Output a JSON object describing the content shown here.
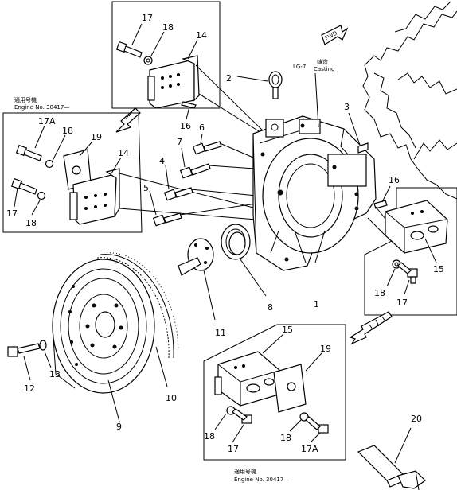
{
  "labels": {
    "l17a": "17",
    "l18a": "18",
    "l14a": "14",
    "l2": "2",
    "l16a": "16",
    "l6": "6",
    "l3": "3",
    "l17A_left": "17A",
    "l18b": "18",
    "l19a": "19",
    "l14b": "14",
    "l17b": "17",
    "l18c": "18",
    "l7": "7",
    "l4": "4",
    "l5": "5",
    "l16b": "16",
    "l15a": "15",
    "l18d": "18",
    "l17c": "17",
    "l1": "1",
    "l8": "8",
    "l11": "11",
    "l12": "12",
    "l13": "13",
    "l9": "9",
    "l10": "10",
    "l15b": "15",
    "l19b": "19",
    "l18e": "18",
    "l17d": "17",
    "l18f": "18",
    "l17A_bottom": "17A",
    "l20": "20"
  },
  "captions": {
    "engine_no_left_cn": "適用号機",
    "engine_no_left": "Engine No. 30417—",
    "engine_no_bottom_cn": "適用号機",
    "engine_no_bottom": "Engine No. 30417—",
    "casting_cn": "鋳造",
    "casting_code": "LG-7",
    "casting_label": "Casting",
    "fwd": "FWD"
  }
}
